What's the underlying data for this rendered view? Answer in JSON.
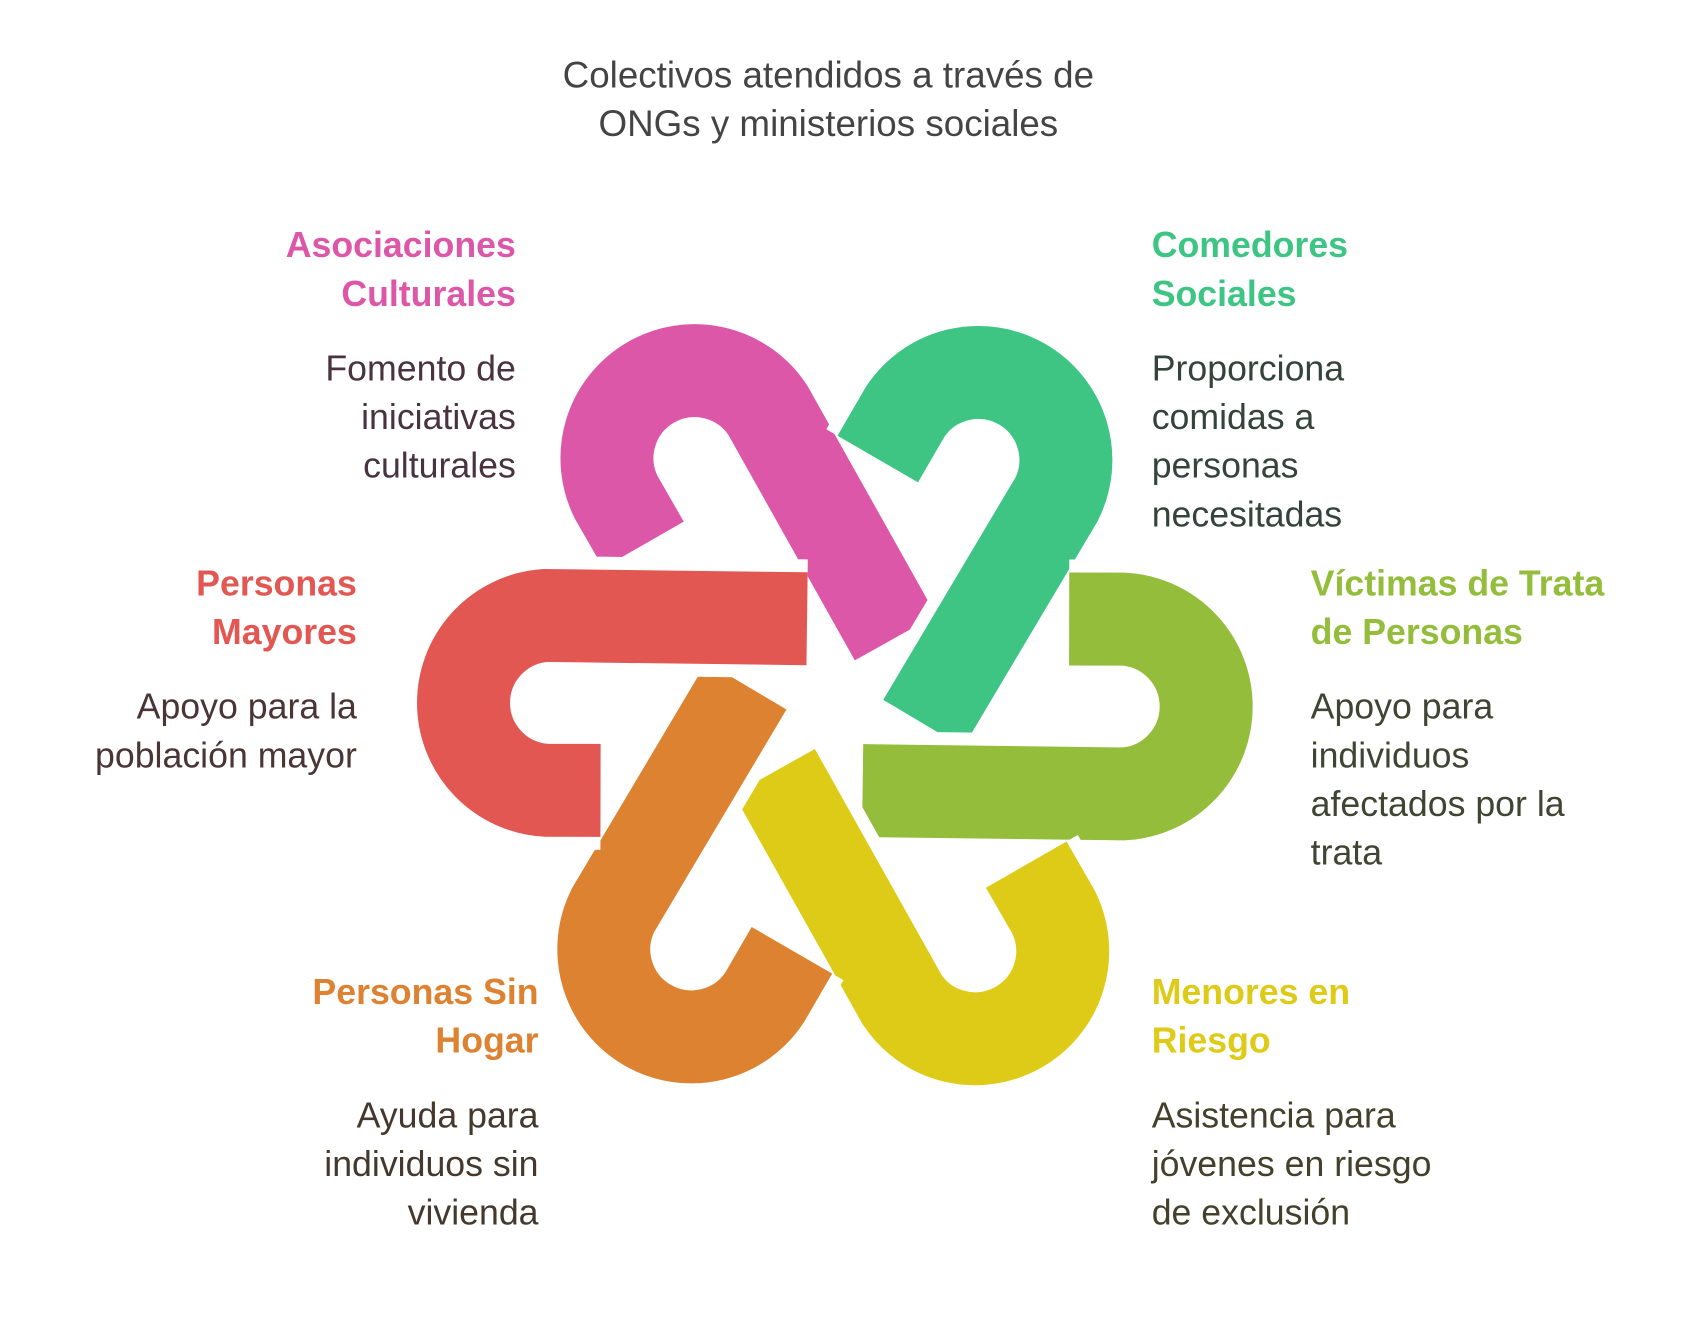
{
  "title": {
    "line1": "Colectivos atendidos a través de",
    "line2": "ONGs y ministerios sociales"
  },
  "items": [
    {
      "title": [
        "Asociaciones",
        "Culturales"
      ],
      "desc": [
        "Fomento de",
        "iniciativas",
        "culturales"
      ],
      "color": "#DD57A8"
    },
    {
      "title": [
        "Comedores",
        "Sociales"
      ],
      "desc": [
        "Proporciona",
        "comidas a",
        "personas",
        "necesitadas"
      ],
      "color": "#3EC584"
    },
    {
      "title": [
        "Víctimas de Trata",
        "de Personas"
      ],
      "desc": [
        "Apoyo para",
        "individuos",
        "afectados por la",
        "trata"
      ],
      "color": "#93BD3A"
    },
    {
      "title": [
        "Menores en",
        "Riesgo"
      ],
      "desc": [
        "Asistencia para",
        "jóvenes en riesgo",
        "de exclusión"
      ],
      "color": "#DECB17"
    },
    {
      "title": [
        "Personas Sin",
        "Hogar"
      ],
      "desc": [
        "Ayuda para",
        "individuos sin",
        "vivienda"
      ],
      "color": "#DD8230"
    },
    {
      "title": [
        "Personas",
        "Mayores"
      ],
      "desc": [
        "Apoyo para la",
        "población mayor"
      ],
      "color": "#E35753"
    }
  ]
}
